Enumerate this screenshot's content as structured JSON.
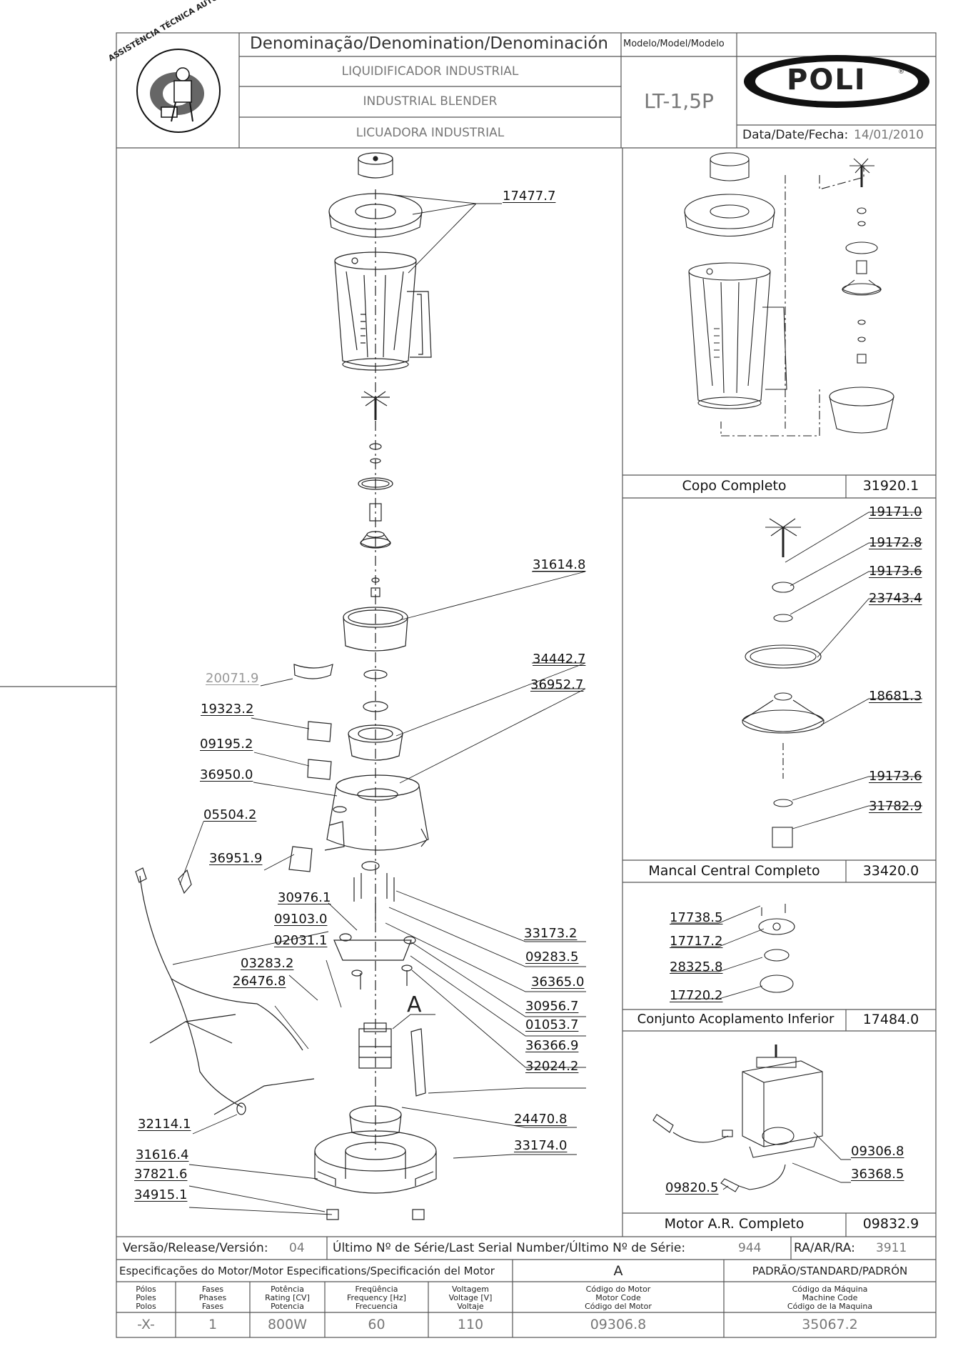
{
  "header": {
    "seal_text": "ASSISTÊNCIA TÉCNICA AUTORIZADA",
    "denomination_label": "Denominação/Denomination/Denominación",
    "names": [
      "LIQUIDIFICADOR  INDUSTRIAL",
      "INDUSTRIAL  BLENDER",
      "LICUADORA  INDUSTRIAL"
    ],
    "model_label": "Modelo/Model/Modelo",
    "model_value": "LT-1,5P",
    "brand": "POLI",
    "date_label": "Data/Date/Fecha:",
    "date_value": "14/01/2010"
  },
  "main_labels": [
    {
      "text": "17477.7"
    },
    {
      "text": "31614.8"
    },
    {
      "text": "20071.9",
      "muted": true
    },
    {
      "text": "34442.7"
    },
    {
      "text": "36952.7"
    },
    {
      "text": "19323.2"
    },
    {
      "text": "09195.2"
    },
    {
      "text": "36950.0"
    },
    {
      "text": "05504.2"
    },
    {
      "text": "36951.9"
    },
    {
      "text": "30976.1"
    },
    {
      "text": "09103.0"
    },
    {
      "text": "02031.1"
    },
    {
      "text": "03283.2"
    },
    {
      "text": "26476.8"
    },
    {
      "text": "33173.2"
    },
    {
      "text": "09283.5"
    },
    {
      "text": "36365.0"
    },
    {
      "text": "30956.7"
    },
    {
      "text": "01053.7"
    },
    {
      "text": "36366.9"
    },
    {
      "text": "32024.2"
    },
    {
      "text": "32114.1"
    },
    {
      "text": "24470.8"
    },
    {
      "text": "33174.0"
    },
    {
      "text": "31616.4"
    },
    {
      "text": "37821.6"
    },
    {
      "text": "34915.1"
    }
  ],
  "detail_marker": "A",
  "sub_assemblies": [
    {
      "name": "Copo  Completo",
      "code": "31920.1",
      "labels": []
    },
    {
      "name": "Mancal  Central  Completo",
      "code": "33420.0",
      "labels": [
        "19171.0",
        "19172.8",
        "19173.6",
        "23743.4",
        "18681.3",
        "19173.6",
        "31782.9"
      ]
    },
    {
      "name": "Conjunto  Acoplamento  Inferior",
      "code": "17484.0",
      "labels": [
        "17738.5",
        "17717.2",
        "28325.8",
        "17720.2"
      ]
    },
    {
      "name": "Motor  A.R.  Completo",
      "code": "09832.9",
      "labels": [
        "09306.8",
        "36368.5",
        "09820.5"
      ]
    }
  ],
  "footer": {
    "version_label": "Versão/Release/Versión:",
    "version_value": "04",
    "serial_label": "Último  Nº  de  Série/Last  Serial  Number/Último  Nº  de  Série:",
    "serial_value": "944",
    "ra_label": "RA/AR/RA:",
    "ra_value": "3911",
    "motor_spec_label": "Especificações do Motor/Motor Especifications/Specificación del Motor",
    "motor_marker": "A",
    "standard_label": "PADRÃO/STANDARD/PADRÓN",
    "columns": [
      {
        "header": [
          "Pólos",
          "Poles",
          "Polos"
        ],
        "value": "-X-"
      },
      {
        "header": [
          "Fases",
          "Phases",
          "Fases"
        ],
        "value": "1"
      },
      {
        "header": [
          "Potência",
          "Rating [CV]",
          "Potencia"
        ],
        "value": "800W"
      },
      {
        "header": [
          "Freqüência",
          "Frequency [Hz]",
          "Frecuencia"
        ],
        "value": "60"
      },
      {
        "header": [
          "Voltagem",
          "Voltage [V]",
          "Voltaje"
        ],
        "value": "110"
      },
      {
        "header": [
          "Código do Motor",
          "Motor Code",
          "Código del Motor"
        ],
        "value": "09306.8"
      },
      {
        "header": [
          "Código da Máquina",
          "Machine Code",
          "Código de la Maquina"
        ],
        "value": "35067.2"
      }
    ]
  }
}
